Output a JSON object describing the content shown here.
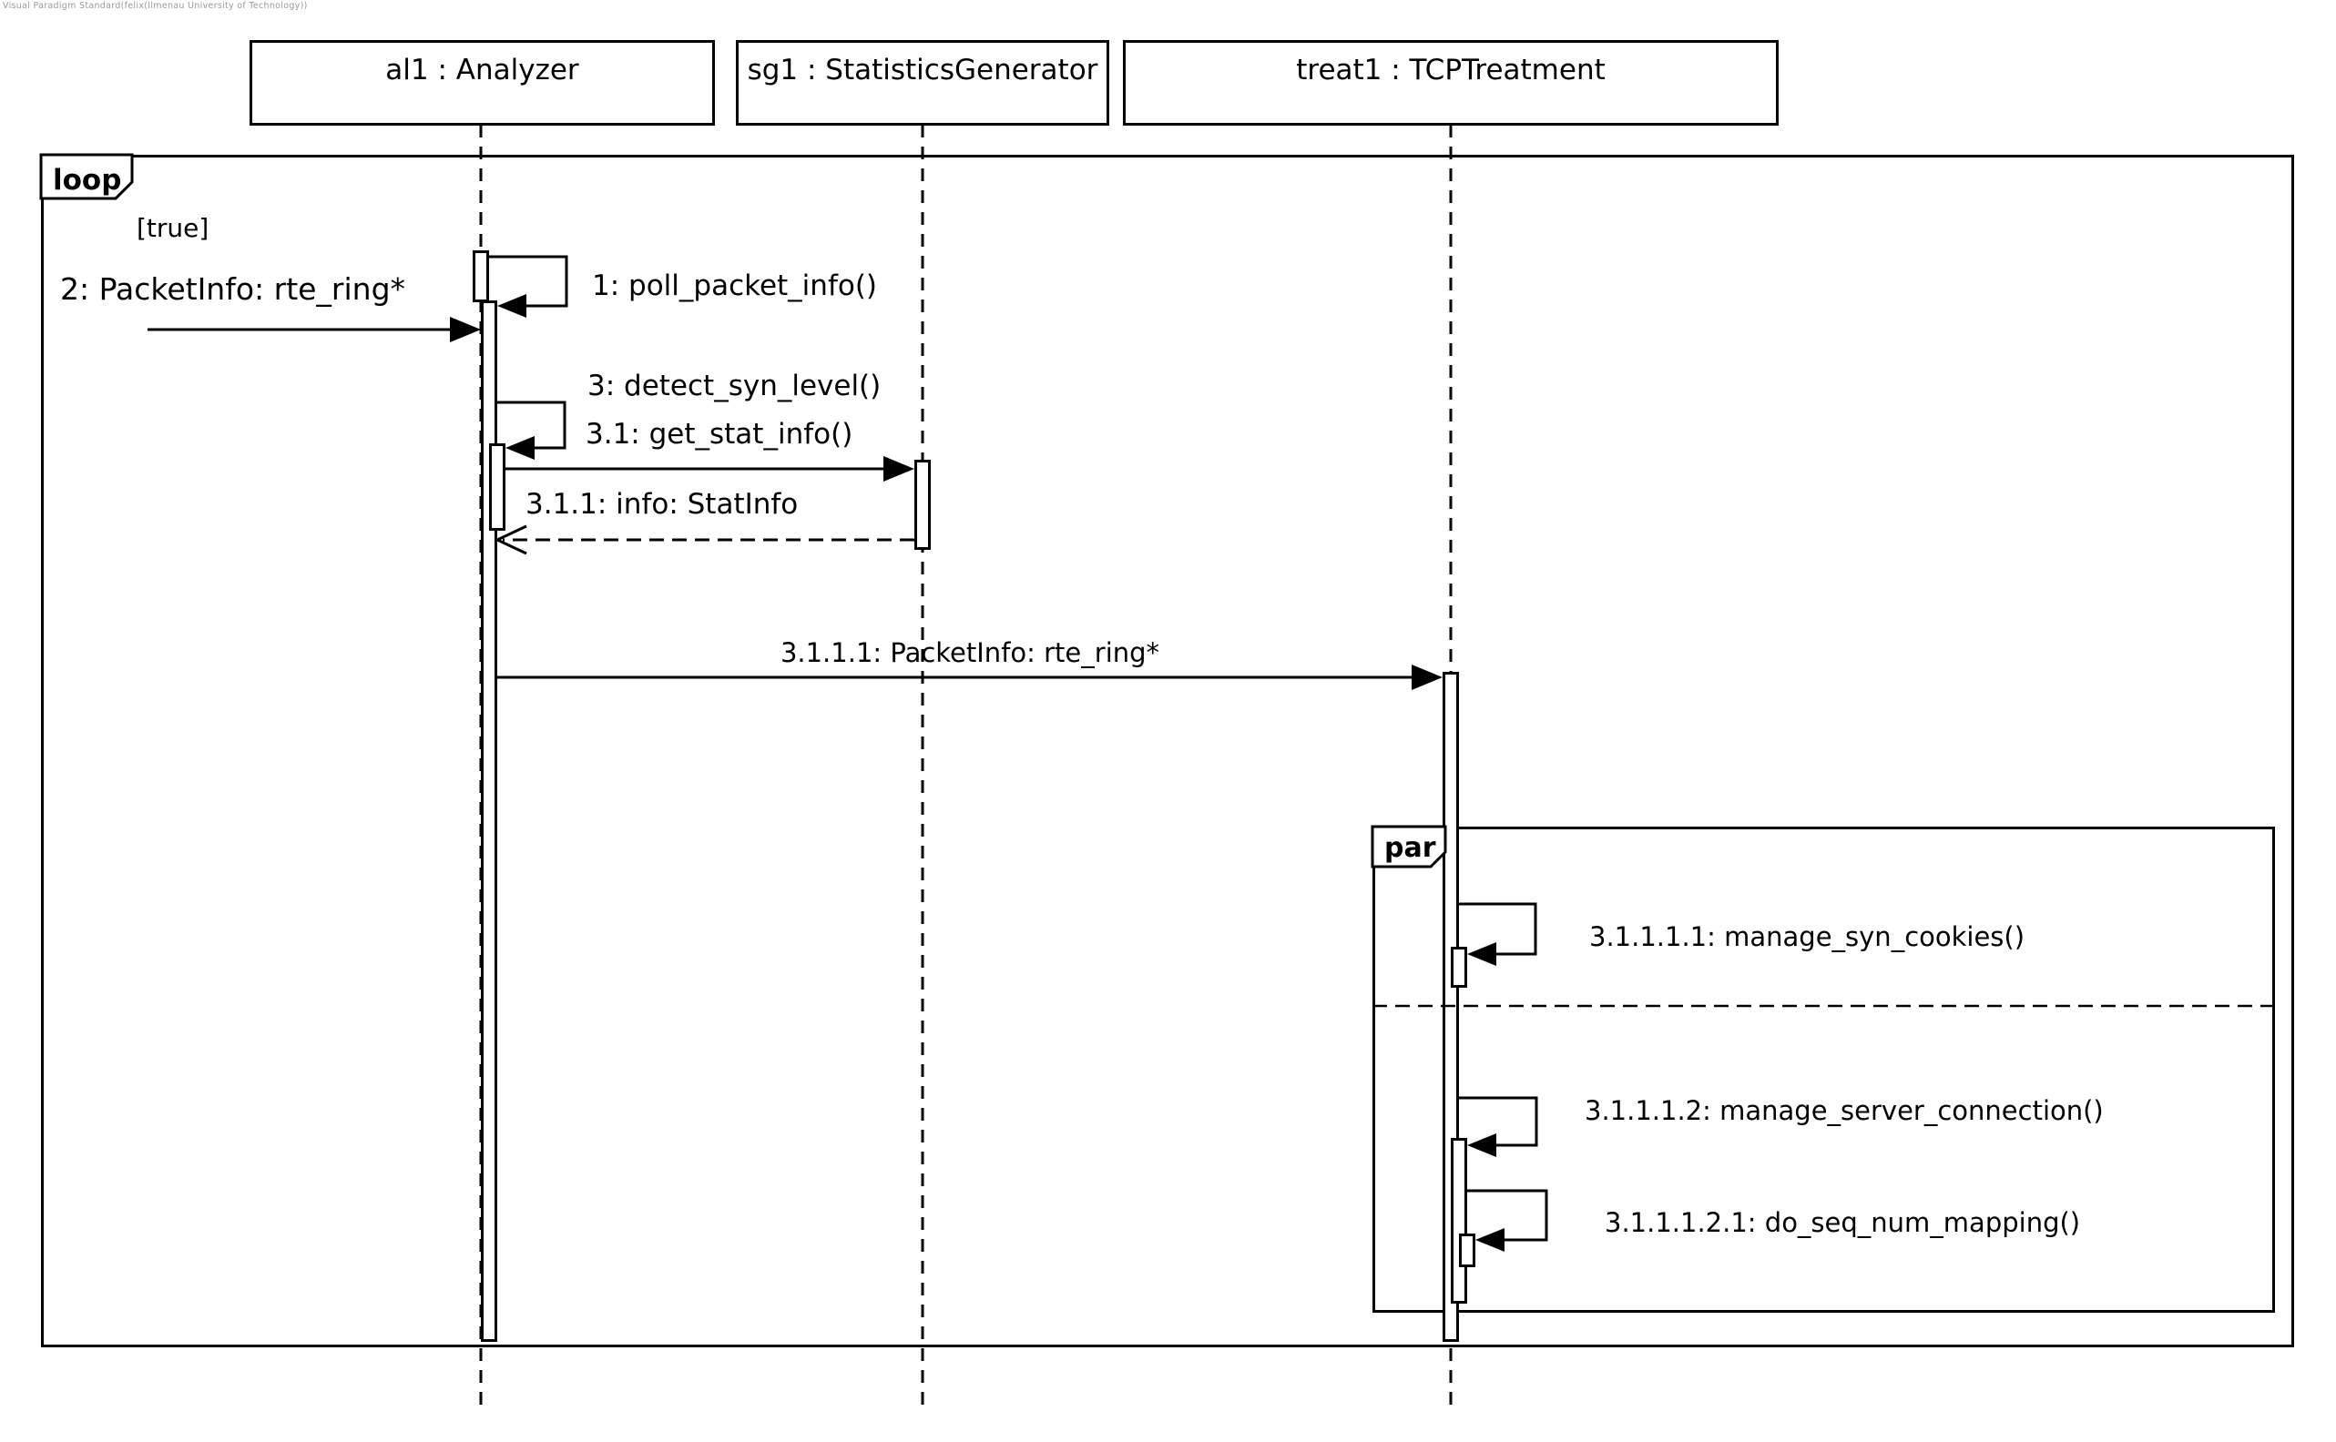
{
  "watermark": "Visual Paradigm Standard(felix(Ilmenau University of Technology))",
  "diagram": {
    "lifelines": [
      {
        "name": "al1 : Analyzer"
      },
      {
        "name": "sg1 : StatisticsGenerator"
      },
      {
        "name": "treat1 : TCPTreatment"
      }
    ],
    "fragments": {
      "loop": {
        "operator": "loop",
        "guard": "[true]"
      },
      "par": {
        "operator": "par"
      }
    },
    "messages": {
      "m1": {
        "label": "1: poll_packet_info()",
        "kind": "self-call"
      },
      "m2": {
        "label": "2: PacketInfo: rte_ring*",
        "kind": "found-call"
      },
      "m3": {
        "label": "3: detect_syn_level()",
        "kind": "self-call"
      },
      "m3_1": {
        "label": "3.1: get_stat_info()",
        "kind": "call"
      },
      "m3_1_1": {
        "label": "3.1.1: info: StatInfo",
        "kind": "return"
      },
      "m3_1_1_1": {
        "label": "3.1.1.1: PacketInfo: rte_ring*",
        "kind": "call"
      },
      "m3_1_1_1_1": {
        "label": "3.1.1.1.1: manage_syn_cookies()",
        "kind": "self-call"
      },
      "m3_1_1_1_2": {
        "label": "3.1.1.1.2: manage_server_connection()",
        "kind": "self-call"
      },
      "m3_1_1_1_2_1": {
        "label": "3.1.1.1.2.1: do_seq_num_mapping()",
        "kind": "self-call"
      }
    }
  },
  "colors": {
    "line": "#000000",
    "background": "#ffffff",
    "watermark": "#9a9a9a"
  }
}
